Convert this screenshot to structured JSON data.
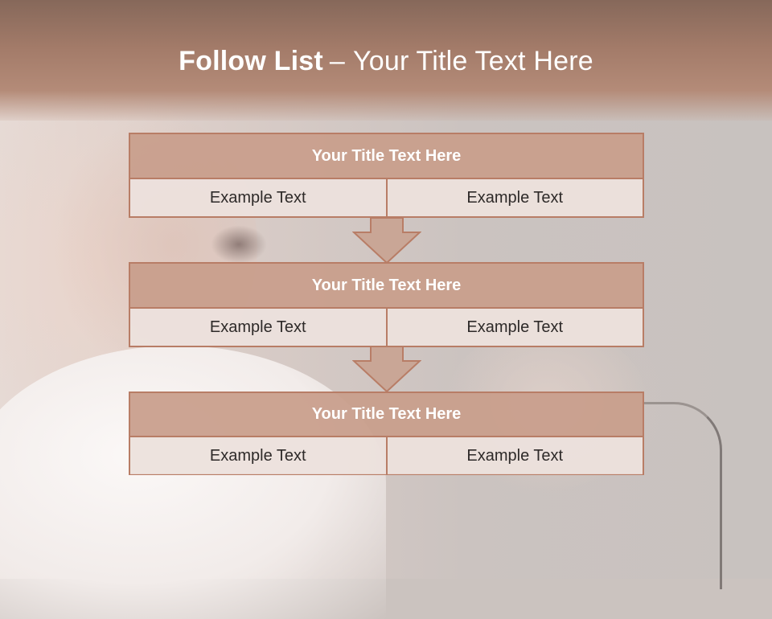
{
  "header": {
    "title_bold": "Follow List",
    "separator": "–",
    "title_rest": "Your Title Text Here"
  },
  "flow": {
    "steps": [
      {
        "title": "Your Title Text Here",
        "left": "Example Text",
        "right": "Example Text"
      },
      {
        "title": "Your Title Text Here",
        "left": "Example Text",
        "right": "Example Text"
      },
      {
        "title": "Your Title Text Here",
        "left": "Example Text",
        "right": "Example Text"
      }
    ],
    "arrow_icon": "down-arrow-icon"
  },
  "colors": {
    "header_band": "#a37b69",
    "box_border": "#b87d66",
    "box_title_fill": "#c49683",
    "arrow_fill": "#c8a08e",
    "header_text": "#ffffff"
  }
}
